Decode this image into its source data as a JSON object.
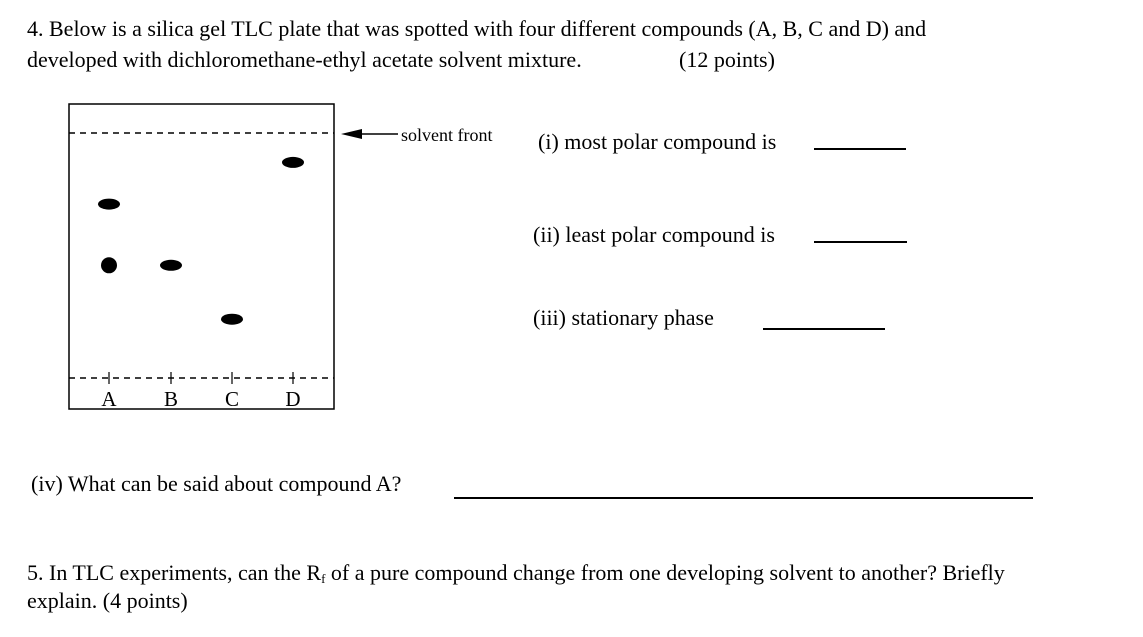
{
  "q4": {
    "line1": "4. Below is a silica gel TLC plate that was spotted with four different compounds (A, B, C and D) and",
    "line2": "developed with dichloromethane-ethyl acetate solvent mixture.",
    "points": "(12 points)",
    "solvent_front_label": "solvent front",
    "lanes": [
      "A",
      "B",
      "C",
      "D"
    ],
    "spots": [
      {
        "lane": "A",
        "rf": 0.71
      },
      {
        "lane": "A",
        "rf": 0.46
      },
      {
        "lane": "B",
        "rf": 0.46
      },
      {
        "lane": "C",
        "rf": 0.24
      },
      {
        "lane": "D",
        "rf": 0.88
      }
    ],
    "sub_i": "(i) most polar compound is",
    "sub_ii": "(ii) least polar compound is",
    "sub_iii": "(iii) stationary phase",
    "sub_iv": "(iv) What can be said about compound A?"
  },
  "q5": {
    "line1_a": "5. In TLC experiments, can the R",
    "line1_sub": "f",
    "line1_b": " of a pure compound change from one developing solvent to another? Briefly",
    "line2": "explain.   (4 points)"
  }
}
